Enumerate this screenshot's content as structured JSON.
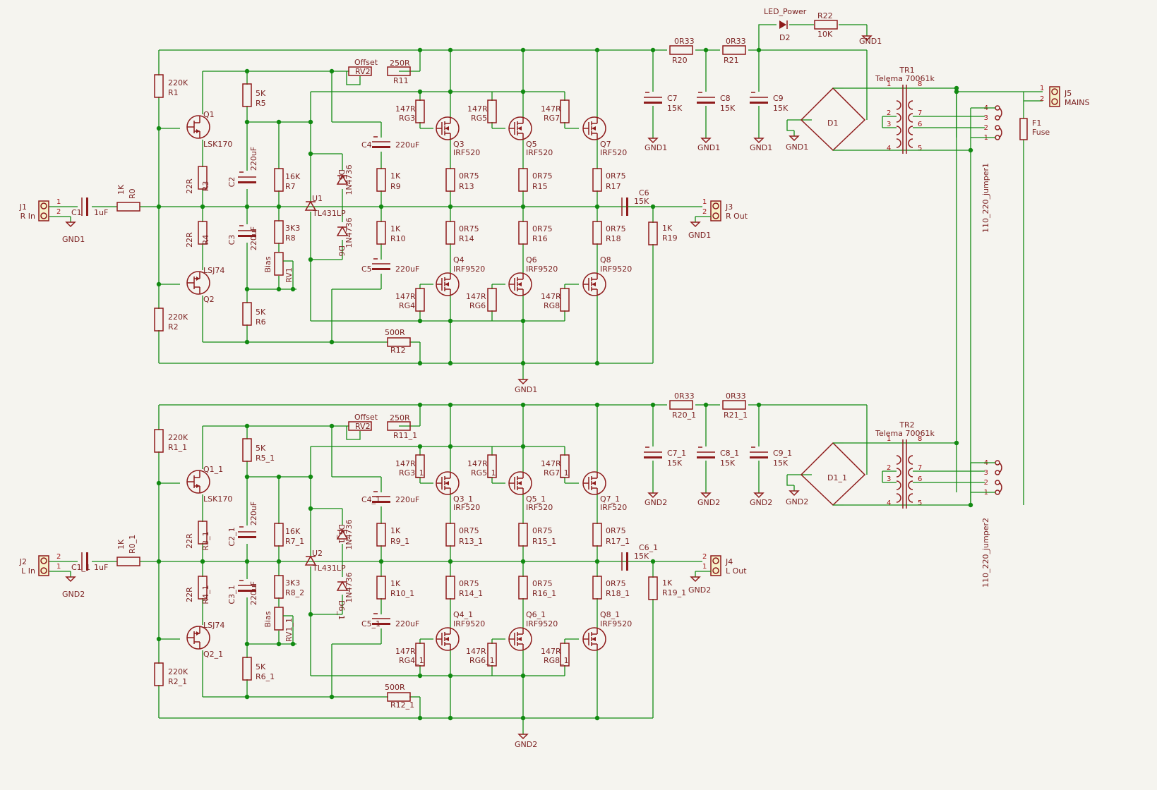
{
  "channels": [
    {
      "id": "right",
      "ground": "GND1",
      "input_connector": {
        "ref": "J1",
        "value": "R In",
        "pins": [
          "1",
          "2"
        ]
      },
      "output_connector": {
        "ref": "J3",
        "value": "R Out",
        "pins": [
          "1",
          "2"
        ]
      },
      "input_cap": {
        "ref": "C1",
        "value": "1uF"
      },
      "input_resistor": {
        "ref": "R0",
        "value": "1K"
      },
      "resistors": [
        {
          "ref": "R1",
          "value": "220K"
        },
        {
          "ref": "R2",
          "value": "220K"
        },
        {
          "ref": "R3",
          "value": "22R"
        },
        {
          "ref": "R4",
          "value": "22R"
        },
        {
          "ref": "R5",
          "value": "5K"
        },
        {
          "ref": "R6",
          "value": "5K"
        },
        {
          "ref": "R7",
          "value": "16K"
        },
        {
          "ref": "R8",
          "value": "3K3"
        },
        {
          "ref": "R9",
          "value": "1K"
        },
        {
          "ref": "R10",
          "value": "1K"
        },
        {
          "ref": "R11",
          "value": "250R"
        },
        {
          "ref": "R12",
          "value": "500R"
        },
        {
          "ref": "R13",
          "value": "0R75"
        },
        {
          "ref": "R14",
          "value": "0R75"
        },
        {
          "ref": "R15",
          "value": "0R75"
        },
        {
          "ref": "R16",
          "value": "0R75"
        },
        {
          "ref": "R17",
          "value": "0R75"
        },
        {
          "ref": "R18",
          "value": "0R75"
        },
        {
          "ref": "R19",
          "value": "1K"
        },
        {
          "ref": "R20",
          "value": "0R33"
        },
        {
          "ref": "R21",
          "value": "0R33"
        }
      ],
      "gate_resistors": [
        {
          "ref": "RG3",
          "value": "147R"
        },
        {
          "ref": "RG5",
          "value": "147R"
        },
        {
          "ref": "RG7",
          "value": "147R"
        },
        {
          "ref": "RG4",
          "value": "147R"
        },
        {
          "ref": "RG6",
          "value": "147R"
        },
        {
          "ref": "RG8",
          "value": "147R"
        }
      ],
      "capacitors": [
        {
          "ref": "C2",
          "value": "220uF"
        },
        {
          "ref": "C3",
          "value": "220uF"
        },
        {
          "ref": "C4",
          "value": "220uF"
        },
        {
          "ref": "C5",
          "value": "220uF"
        },
        {
          "ref": "C6",
          "value": "15K"
        },
        {
          "ref": "C7",
          "value": "15K"
        },
        {
          "ref": "C8",
          "value": "15K"
        },
        {
          "ref": "C9",
          "value": "15K"
        }
      ],
      "jfets": [
        {
          "ref": "Q1",
          "value": "LSK170"
        },
        {
          "ref": "Q2",
          "value": "LSJ74"
        }
      ],
      "mosfets_n": [
        {
          "ref": "Q3",
          "value": "IRF520"
        },
        {
          "ref": "Q5",
          "value": "IRF520"
        },
        {
          "ref": "Q7",
          "value": "IRF520"
        }
      ],
      "mosfets_p": [
        {
          "ref": "Q4",
          "value": "IRF9520"
        },
        {
          "ref": "Q6",
          "value": "IRF9520"
        },
        {
          "ref": "Q8",
          "value": "IRF9520"
        }
      ],
      "zeners": [
        {
          "ref": "D5",
          "value": "1N4736"
        },
        {
          "ref": "D6",
          "value": "1N4736"
        }
      ],
      "shunt_reg": {
        "ref": "U1",
        "value": "TL431LP"
      },
      "trim_offset": {
        "ref": "RV2",
        "value": "Offset"
      },
      "trim_bias": {
        "ref": "RV1",
        "value": "Bias"
      },
      "bridge": {
        "ref": "D1"
      },
      "transformer": {
        "ref": "TR1",
        "value": "Telema 70061k",
        "pins": [
          "1",
          "2",
          "3",
          "4",
          "5",
          "6",
          "7",
          "8"
        ]
      },
      "jumper": {
        "ref": "110_220_jumper1",
        "pins": [
          "4",
          "3",
          "2",
          "1"
        ]
      }
    },
    {
      "id": "left",
      "ground": "GND2",
      "input_connector": {
        "ref": "J2",
        "value": "L In",
        "pins": [
          "2",
          "1"
        ]
      },
      "output_connector": {
        "ref": "J4",
        "value": "L Out",
        "pins": [
          "2",
          "1"
        ]
      },
      "input_cap": {
        "ref": "C1_1",
        "value": "1uF"
      },
      "input_resistor": {
        "ref": "R0_1",
        "value": "1K"
      },
      "resistors": [
        {
          "ref": "R1_1",
          "value": "220K"
        },
        {
          "ref": "R2_1",
          "value": "220K"
        },
        {
          "ref": "R3_1",
          "value": "22R"
        },
        {
          "ref": "R4_1",
          "value": "22R"
        },
        {
          "ref": "R5_1",
          "value": "5K"
        },
        {
          "ref": "R6_1",
          "value": "5K"
        },
        {
          "ref": "R7_1",
          "value": "16K"
        },
        {
          "ref": "R8_2",
          "value": "3K3"
        },
        {
          "ref": "R9_1",
          "value": "1K"
        },
        {
          "ref": "R10_1",
          "value": "1K"
        },
        {
          "ref": "R11_1",
          "value": "250R"
        },
        {
          "ref": "R12_1",
          "value": "500R"
        },
        {
          "ref": "R13_1",
          "value": "0R75"
        },
        {
          "ref": "R14_1",
          "value": "0R75"
        },
        {
          "ref": "R15_1",
          "value": "0R75"
        },
        {
          "ref": "R16_1",
          "value": "0R75"
        },
        {
          "ref": "R17_1",
          "value": "0R75"
        },
        {
          "ref": "R18_1",
          "value": "0R75"
        },
        {
          "ref": "R19_1",
          "value": "1K"
        },
        {
          "ref": "R20_1",
          "value": "0R33"
        },
        {
          "ref": "R21_1",
          "value": "0R33"
        }
      ],
      "gate_resistors": [
        {
          "ref": "RG3_1",
          "value": "147R"
        },
        {
          "ref": "RG5_1",
          "value": "147R"
        },
        {
          "ref": "RG7_1",
          "value": "147R"
        },
        {
          "ref": "RG4_1",
          "value": "147R"
        },
        {
          "ref": "RG6_1",
          "value": "147R"
        },
        {
          "ref": "RG8_1",
          "value": "147R"
        }
      ],
      "capacitors": [
        {
          "ref": "C2_1",
          "value": "220uF"
        },
        {
          "ref": "C3_1",
          "value": "220uF"
        },
        {
          "ref": "C4_1",
          "value": "220uF"
        },
        {
          "ref": "C5_1",
          "value": "220uF"
        },
        {
          "ref": "C6_1",
          "value": "15K"
        },
        {
          "ref": "C7_1",
          "value": "15K"
        },
        {
          "ref": "C8_1",
          "value": "15K"
        },
        {
          "ref": "C9_1",
          "value": "15K"
        }
      ],
      "jfets": [
        {
          "ref": "Q1_1",
          "value": "LSK170"
        },
        {
          "ref": "Q2_1",
          "value": "LSJ74"
        }
      ],
      "mosfets_n": [
        {
          "ref": "Q3_1",
          "value": "IRF520"
        },
        {
          "ref": "Q5_1",
          "value": "IRF520"
        },
        {
          "ref": "Q7_1",
          "value": "IRF520"
        }
      ],
      "mosfets_p": [
        {
          "ref": "Q4_1",
          "value": "IRF9520"
        },
        {
          "ref": "Q6_1",
          "value": "IRF9520"
        },
        {
          "ref": "Q8_1",
          "value": "IRF9520"
        }
      ],
      "zeners": [
        {
          "ref": "D5_1",
          "value": "1N4736"
        },
        {
          "ref": "D6_1",
          "value": "1N4736"
        }
      ],
      "shunt_reg": {
        "ref": "U2",
        "value": "TL431LP"
      },
      "trim_offset": {
        "ref": "RV2",
        "value": "Offset"
      },
      "trim_bias": {
        "ref": "RV1_1",
        "value": "Bias"
      },
      "bridge": {
        "ref": "D1_1"
      },
      "transformer": {
        "ref": "TR2",
        "value": "Telema 70061k",
        "pins": [
          "1",
          "2",
          "3",
          "4",
          "5",
          "6",
          "7",
          "8"
        ]
      },
      "jumper": {
        "ref": "110_220_jumper2",
        "pins": [
          "4",
          "3",
          "2",
          "1"
        ]
      }
    }
  ],
  "power_led": {
    "ref": "D2",
    "value": "LED_Power"
  },
  "led_resistor": {
    "ref": "R22",
    "value": "10K"
  },
  "led_ground": "GND1",
  "mains": {
    "ref": "J5",
    "value": "MAINS",
    "pins": [
      "1",
      "2"
    ]
  },
  "fuse": {
    "ref": "F1",
    "value": "Fuse"
  },
  "colors": {
    "wire": "#128a12",
    "component": "#8e1b1b",
    "text": "#7a1f1f",
    "background": "#f5f4ef"
  }
}
